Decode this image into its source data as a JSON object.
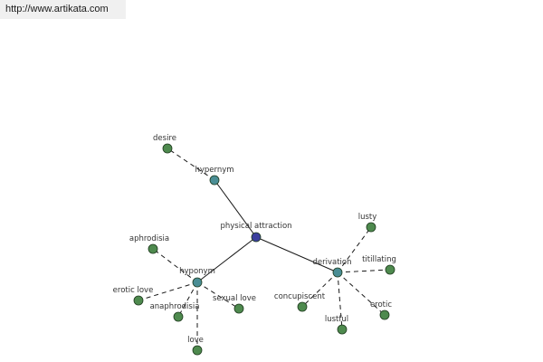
{
  "header": {
    "url": "http://www.artikata.com"
  },
  "colors": {
    "root": "#3b3f9e",
    "category": "#4a8e95",
    "word": "#4e8a4e"
  },
  "graph": {
    "nodes": [
      {
        "id": "root",
        "label": "physical attraction",
        "kind": "root"
      },
      {
        "id": "hypernym",
        "label": "hypernym",
        "kind": "category"
      },
      {
        "id": "hyponym",
        "label": "hyponym",
        "kind": "category"
      },
      {
        "id": "derivation",
        "label": "derivation",
        "kind": "category"
      },
      {
        "id": "desire",
        "label": "desire",
        "kind": "word"
      },
      {
        "id": "aphrodisia",
        "label": "aphrodisia",
        "kind": "word"
      },
      {
        "id": "erotic-love",
        "label": "erotic love",
        "kind": "word"
      },
      {
        "id": "anaphrodisia",
        "label": "anaphrodisia",
        "kind": "word"
      },
      {
        "id": "love",
        "label": "love",
        "kind": "word"
      },
      {
        "id": "sexual-love",
        "label": "sexual love",
        "kind": "word"
      },
      {
        "id": "concupiscent",
        "label": "concupiscent",
        "kind": "word"
      },
      {
        "id": "lustful",
        "label": "lustful",
        "kind": "word"
      },
      {
        "id": "erotic",
        "label": "erotic",
        "kind": "word"
      },
      {
        "id": "tillating",
        "label": "titillating",
        "kind": "word"
      },
      {
        "id": "lusty",
        "label": "lusty",
        "kind": "word"
      }
    ],
    "edges": [
      {
        "from": "root",
        "to": "hypernym",
        "style": "solid"
      },
      {
        "from": "root",
        "to": "hyponym",
        "style": "solid"
      },
      {
        "from": "root",
        "to": "derivation",
        "style": "solid"
      },
      {
        "from": "hypernym",
        "to": "desire",
        "style": "dashed"
      },
      {
        "from": "hyponym",
        "to": "aphrodisia",
        "style": "dashed"
      },
      {
        "from": "hyponym",
        "to": "erotic-love",
        "style": "dashed"
      },
      {
        "from": "hyponym",
        "to": "anaphrodisia",
        "style": "dashed"
      },
      {
        "from": "hyponym",
        "to": "love",
        "style": "dashed"
      },
      {
        "from": "hyponym",
        "to": "sexual-love",
        "style": "dashed"
      },
      {
        "from": "derivation",
        "to": "concupiscent",
        "style": "dashed"
      },
      {
        "from": "derivation",
        "to": "lustful",
        "style": "dashed"
      },
      {
        "from": "derivation",
        "to": "erotic",
        "style": "dashed"
      },
      {
        "from": "derivation",
        "to": "tillating",
        "style": "dashed"
      },
      {
        "from": "derivation",
        "to": "lusty",
        "style": "dashed"
      }
    ]
  }
}
